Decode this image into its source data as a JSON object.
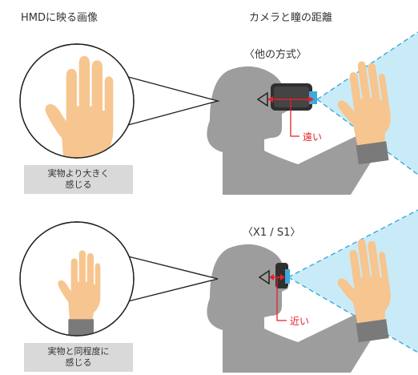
{
  "headers": {
    "left": "HMDに映る画像",
    "right": "カメラと瞳の距離"
  },
  "rows": [
    {
      "label": "〈他の方式〉",
      "caption_line1": "実物より大きく",
      "caption_line2": "感じる",
      "distance_label": "遠い"
    },
    {
      "label": "〈X1 / S1〉",
      "caption_line1": "実物と同程度に",
      "caption_line2": "感じる",
      "distance_label": "近い"
    }
  ],
  "colors": {
    "silhouette": "#9d9d9d",
    "skin": "#f7c58f",
    "sleeve": "#7a7a7a",
    "view_cone": "#c9ebf7",
    "view_cone_border": "#2ea3d6",
    "distance_marker": "#e3222a",
    "caption_bg": "#d9d9d9"
  }
}
